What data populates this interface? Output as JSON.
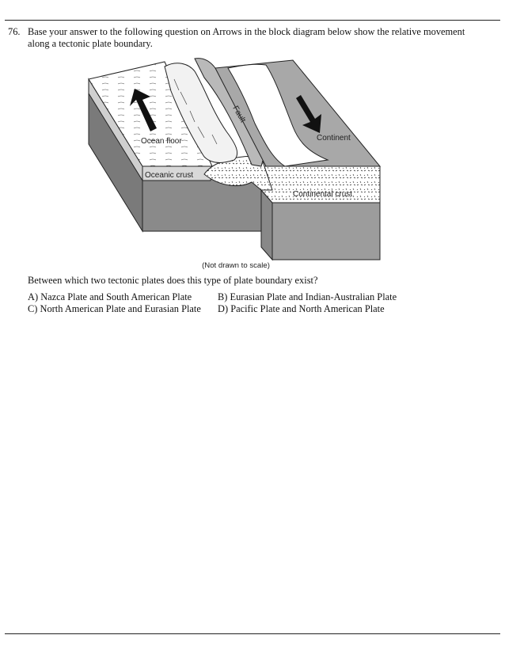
{
  "question": {
    "number": "76.",
    "text": "Base your answer to the following question on Arrows in the block diagram below show the relative movement along a tectonic plate boundary.",
    "prompt": "Between which two tectonic plates does this type of plate boundary exist?"
  },
  "figure": {
    "labels": {
      "ocean_floor": "Ocean floor",
      "fault": "Fault",
      "continent": "Continent",
      "oceanic_crust": "Oceanic crust",
      "continental_crust": "Continental crust"
    },
    "caption": "(Not drawn to scale)"
  },
  "choices": [
    {
      "letter": "A)",
      "text": "Nazca Plate and South American Plate"
    },
    {
      "letter": "B)",
      "text": "Eurasian Plate and Indian-Australian Plate"
    },
    {
      "letter": "C)",
      "text": "North American Plate and Eurasian Plate"
    },
    {
      "letter": "D)",
      "text": "Pacific Plate and North American Plate"
    }
  ],
  "colors": {
    "rule": "#222222",
    "oceanic_block": "#8a8a8a",
    "continental_block": "#9c9c9c",
    "continent_surface": "#a8a8a8",
    "stipple_bg": "#ffffff"
  }
}
